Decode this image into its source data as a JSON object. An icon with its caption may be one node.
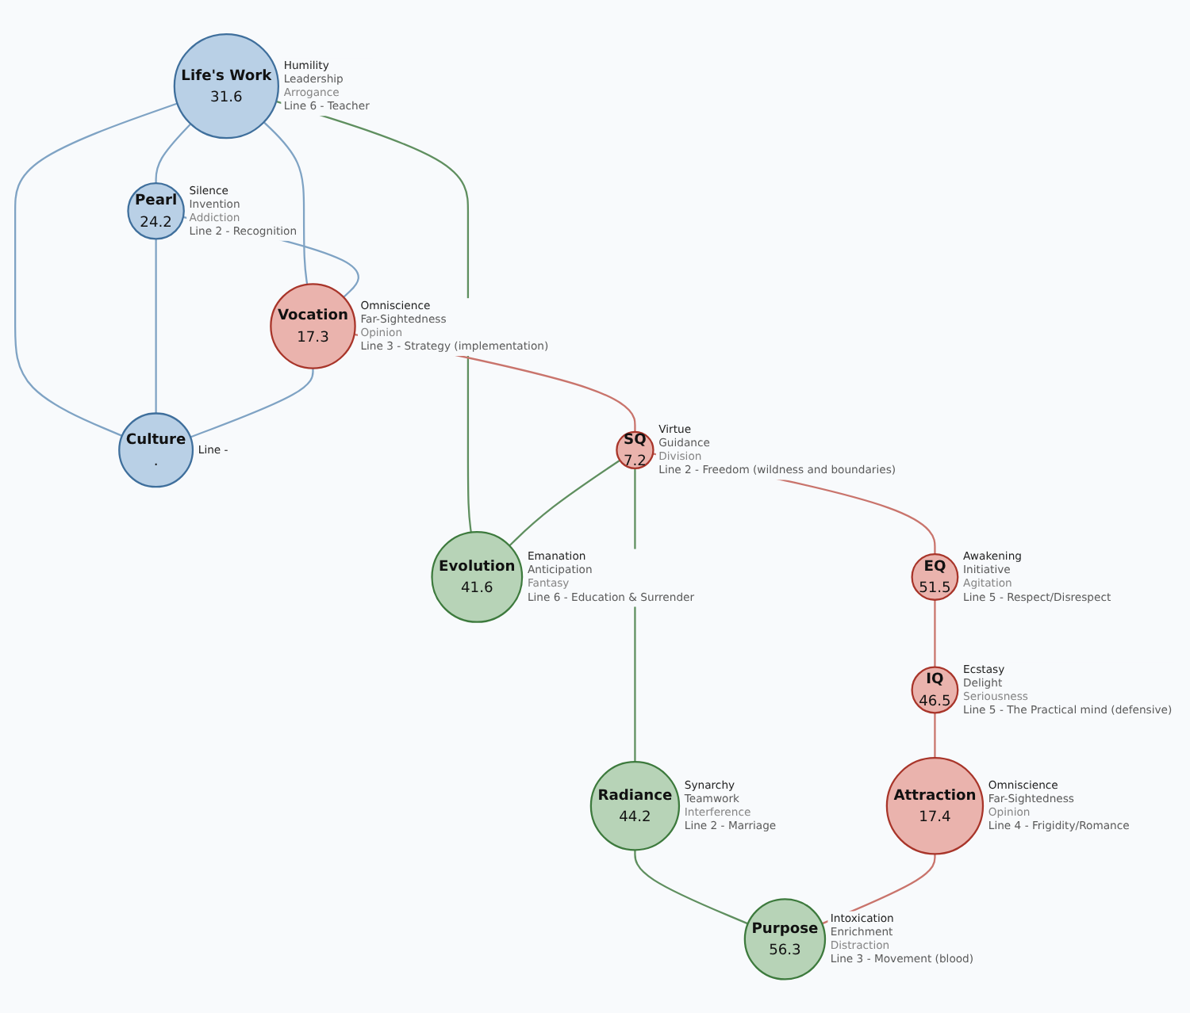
{
  "diagram": {
    "nodes": [
      {
        "text": [
          "Life's Work",
          "31.6"
        ],
        "beside": [
          "Humility",
          "Leadership",
          "Arrogance",
          "Line 6 - Teacher"
        ]
      },
      {
        "text": [
          "Pearl",
          "24.2"
        ],
        "beside": [
          "Silence",
          "Invention",
          "Addiction",
          "Line 2 - Recognition"
        ]
      },
      {
        "text": [
          "Vocation",
          "17.3"
        ],
        "beside": [
          "Omniscience",
          "Far-Sightedness",
          "Opinion",
          "Line 3 - Strategy (implementation)"
        ]
      },
      {
        "text": [
          "Culture",
          "."
        ],
        "beside": [
          "Line -"
        ]
      },
      {
        "text": [
          "Radiance",
          "44.2"
        ],
        "beside": [
          "Synarchy",
          "Teamwork",
          "Interference",
          "Line 2 - Marriage"
        ]
      },
      {
        "text": [
          "SQ",
          "7.2"
        ],
        "beside": [
          "Virtue",
          "Guidance",
          "Division",
          "Line 2 - Freedom (wildness and boundaries)"
        ]
      },
      {
        "text": [
          "Evolution",
          "41.6"
        ],
        "beside": [
          "Emanation",
          "Anticipation",
          "Fantasy",
          "Line 6 - Education & Surrender"
        ]
      },
      {
        "text": [
          "IQ",
          "46.5"
        ],
        "beside": [
          "Ecstasy",
          "Delight",
          "Seriousness",
          "Line 5 - The Practical mind (defensive)"
        ]
      },
      {
        "text": [
          "EQ",
          "51.5"
        ],
        "beside": [
          "Awakening",
          "Initiative",
          "Agitation",
          "Line 5 - Respect/Disrespect"
        ]
      },
      {
        "text": [
          "Attraction",
          "17.4"
        ],
        "beside": [
          "Omniscience",
          "Far-Sightedness",
          "Opinion",
          "Line 4 - Frigidity/Romance"
        ]
      },
      {
        "text": [
          "Purpose",
          "56.3"
        ],
        "beside": [
          "Intoxication",
          "Enrichment",
          "Distraction",
          "Line 3 - Movement (blood)"
        ]
      }
    ],
    "edges": [
      {
        "from": 0,
        "to": 2,
        "arrow": "none"
      },
      {
        "from": 0,
        "to": 1,
        "arrow": "none"
      },
      {
        "from": 0,
        "to": 3,
        "arrow": "none"
      },
      {
        "from": 0,
        "to": 6,
        "arrow": "none",
        "color": "#5f8f5f"
      },
      {
        "from": 1,
        "to": 2,
        "arrow": "none"
      },
      {
        "from": 1,
        "to": 3,
        "arrow": "none"
      },
      {
        "from": 2,
        "to": 3,
        "arrow": "none"
      },
      {
        "from": 2,
        "to": 5,
        "arrow": "none",
        "color": "#c9746c"
      },
      {
        "from": 5,
        "to": 4,
        "arrow": "none",
        "color": "#5f8f5f"
      },
      {
        "from": 5,
        "to": 6,
        "arrow": "none",
        "color": "#5f8f5f"
      },
      {
        "from": 4,
        "to": 10,
        "arrow": "none",
        "color": "#5f8f5f"
      },
      {
        "from": 5,
        "to": 8,
        "arrow": "none",
        "color": "#c9746c"
      },
      {
        "from": 8,
        "to": 7,
        "arrow": "none",
        "color": "#c9746c"
      },
      {
        "from": 7,
        "to": 9,
        "arrow": "none",
        "color": "#c9746c"
      },
      {
        "from": 9,
        "to": 10,
        "arrow": "none",
        "color": "#c9746c"
      }
    ]
  }
}
